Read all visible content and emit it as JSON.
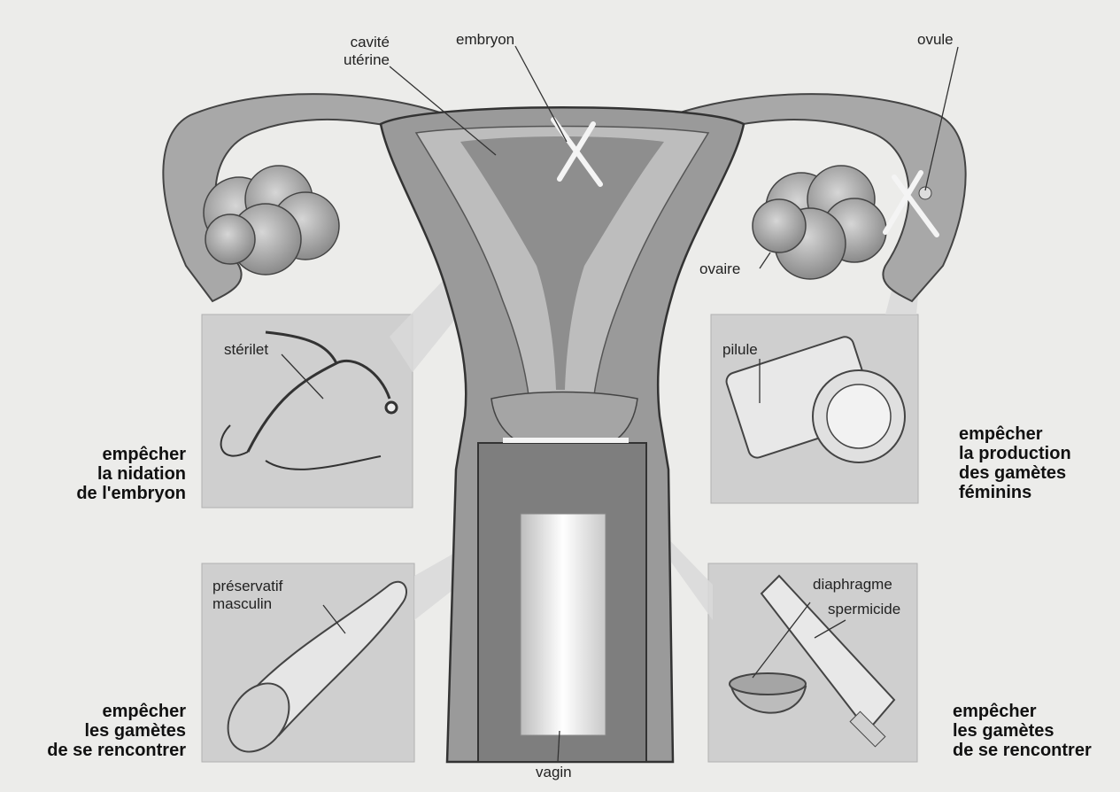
{
  "labels": {
    "cavite_line1": "cavité",
    "cavite_line2": "utérine",
    "embryon": "embryon",
    "ovule": "ovule",
    "ovaire": "ovaire",
    "sterilet": "stérilet",
    "pilule": "pilule",
    "preservatif_line1": "préservatif",
    "preservatif_line2": "masculin",
    "diaphragme": "diaphragme",
    "spermicide": "spermicide",
    "vagin": "vagin"
  },
  "captions": {
    "nidation": [
      "empêcher",
      "la nidation",
      "de l'embryon"
    ],
    "production": [
      "empêcher",
      "la production",
      "des gamètes",
      "féminins"
    ],
    "rencontre_left": [
      "empêcher",
      "les gamètes",
      "de se rencontrer"
    ],
    "rencontre_right": [
      "empêcher",
      "les gamètes",
      "de se rencontrer"
    ]
  }
}
